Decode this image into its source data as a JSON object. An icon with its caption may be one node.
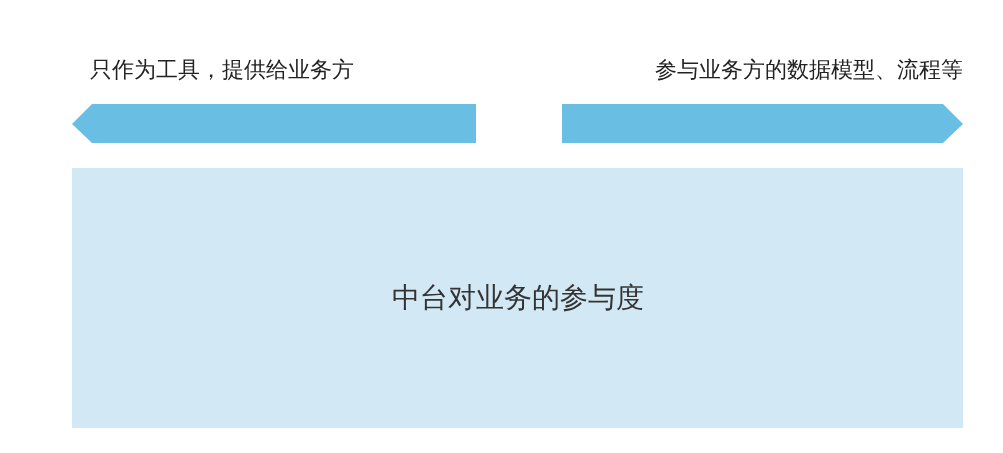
{
  "diagram": {
    "nodes": [
      {
        "text": [
          "中台对业务的参与度"
        ]
      }
    ],
    "labels": [
      "只作为工具，提供给业务方",
      "参与业务方的数据模型、流程等"
    ]
  }
}
